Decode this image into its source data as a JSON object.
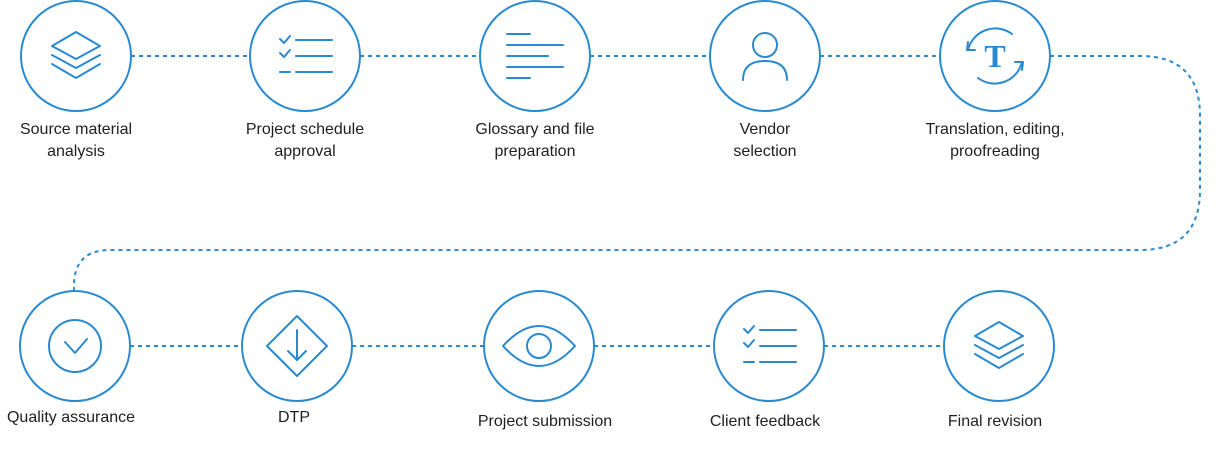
{
  "colors": {
    "accent": "#2a8ad0",
    "text": "#1f1f1f",
    "background": "#ffffff"
  },
  "steps": [
    {
      "label": "Source material\nanalysis",
      "icon": "layers-icon"
    },
    {
      "label": "Project schedule\napproval",
      "icon": "checklist-icon"
    },
    {
      "label": "Glossary and file\npreparation",
      "icon": "document-lines-icon"
    },
    {
      "label": "Vendor\nselection",
      "icon": "person-icon"
    },
    {
      "label": "Translation, editing,\nproofreading",
      "icon": "text-cycle-icon"
    },
    {
      "label": "Quality assurance",
      "icon": "checkmark-icon"
    },
    {
      "label": "DTP",
      "icon": "download-diamond-icon"
    },
    {
      "label": "Project submission",
      "icon": "eye-icon"
    },
    {
      "label": "Client feedback",
      "icon": "checklist-icon"
    },
    {
      "label": "Final revision",
      "icon": "layers-icon"
    }
  ]
}
